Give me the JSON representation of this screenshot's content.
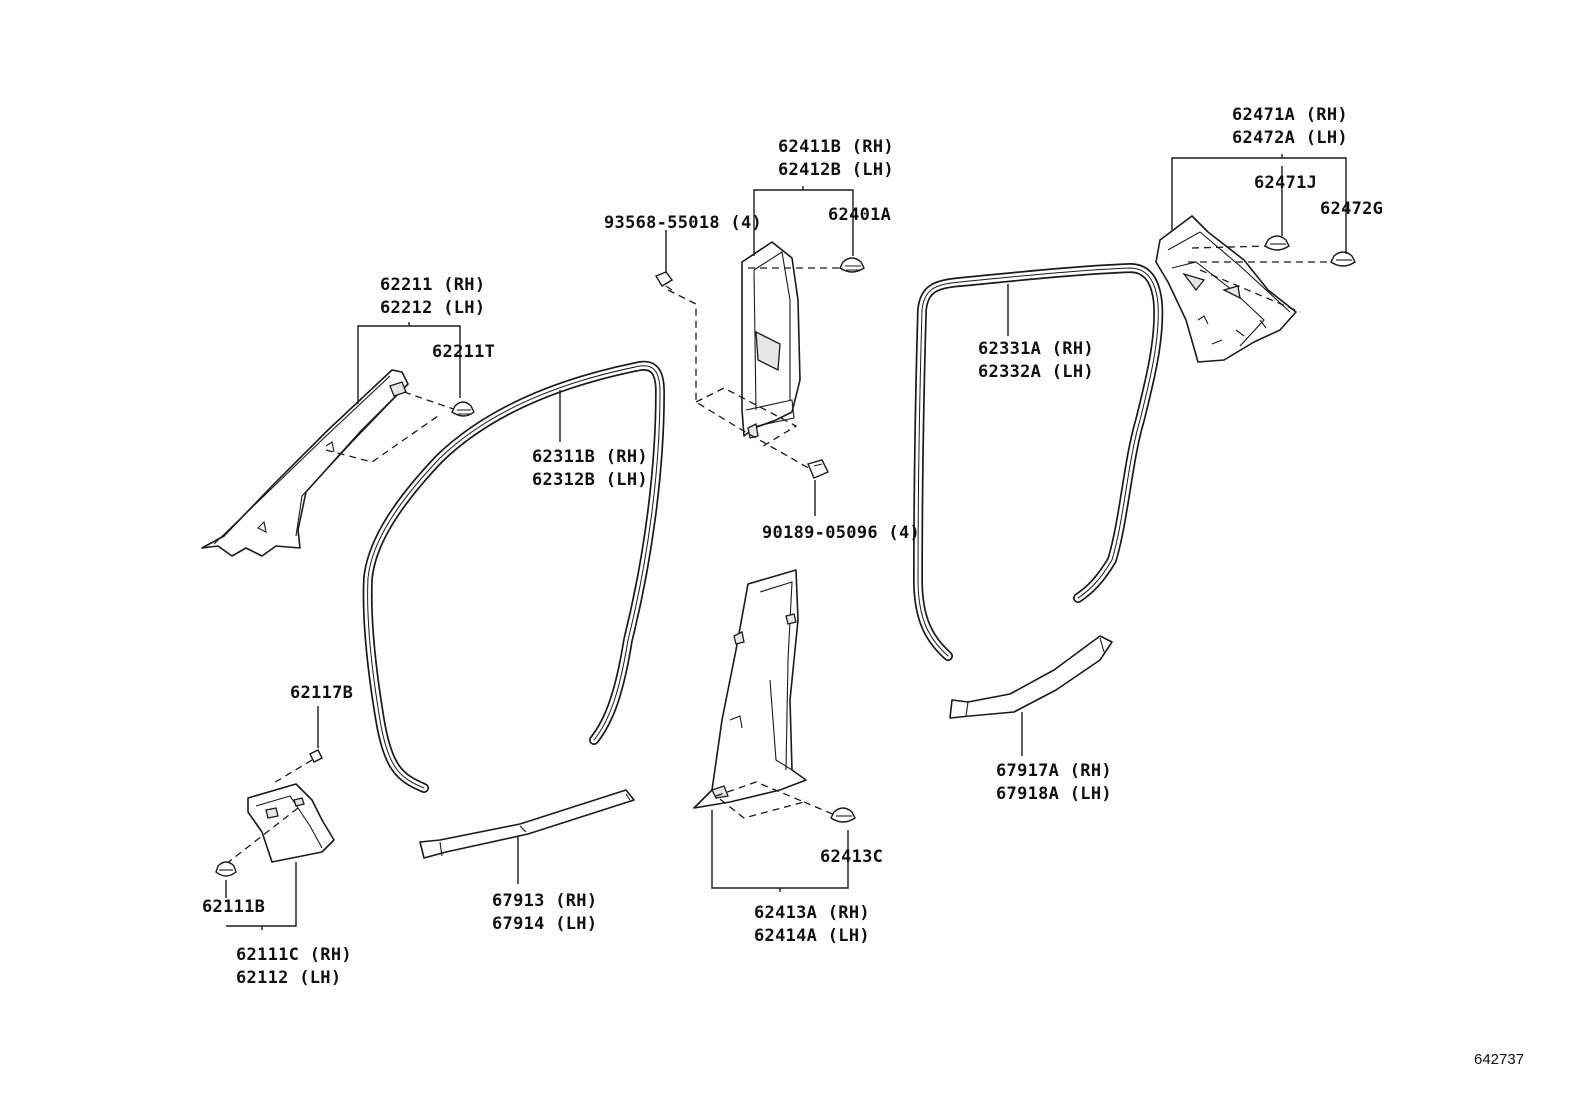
{
  "parts": {
    "a_pillar": {
      "rh": "62211 (RH)",
      "lh": "62212 (LH)",
      "clip": "62211T"
    },
    "front_seal": {
      "rh": "62311B (RH)",
      "lh": "62312B (LH)"
    },
    "b_pillar_upper": {
      "rh": "62411B (RH)",
      "lh": "62412B (LH)",
      "clip": "62401A",
      "screw": "93568-55018 (4)",
      "nut": "90189-05096 (4)"
    },
    "rear_seal": {
      "rh": "62331A (RH)",
      "lh": "62332A (LH)"
    },
    "quarter_upper": {
      "rh": "62471A (RH)",
      "lh": "62472A (LH)",
      "clip_a": "62471J",
      "clip_b": "62472G"
    },
    "cowl_side": {
      "clip_top": "62117B",
      "clip_bottom": "62111B",
      "rh": "62111C (RH)",
      "lh": "62112 (LH)"
    },
    "front_scuff": {
      "rh": "67913 (RH)",
      "lh": "67914 (LH)"
    },
    "b_pillar_lower": {
      "clip": "62413C",
      "rh": "62413A (RH)",
      "lh": "62414A (LH)"
    },
    "rear_scuff": {
      "rh": "67917A (RH)",
      "lh": "67918A (LH)"
    }
  },
  "reference_number": "642737"
}
